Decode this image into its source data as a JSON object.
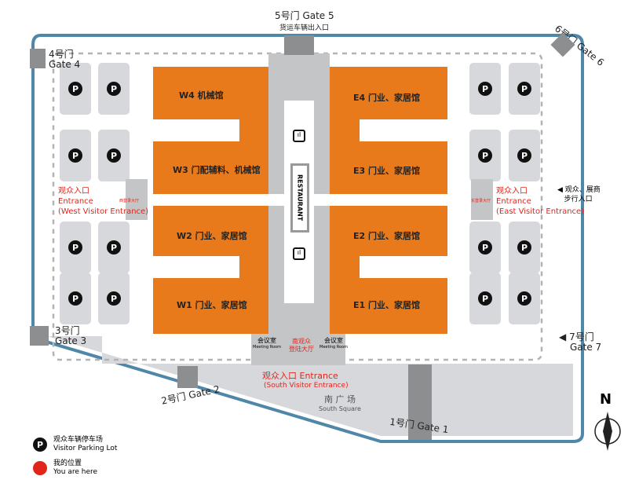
{
  "gates": {
    "gate5": "5号门 Gate 5",
    "gate5_sub": "货运车辆出入口",
    "gate6": "6号门 Gate 6",
    "gate4_cn": "4号门",
    "gate4_en": "Gate 4",
    "gate3_cn": "3号门",
    "gate3_en": "Gate 3",
    "gate7_cn": "7号门",
    "gate7_en": "Gate 7",
    "gate2": "2号门 Gate 2",
    "gate1": "1号门 Gate 1"
  },
  "halls": {
    "w4": "W4  机械馆",
    "w3": "W3   门配辅料、机械馆",
    "w2": "W2  门业、家居馆",
    "w1": "W1  门业、家居馆",
    "e4": "E4  门业、家居馆",
    "e3": "E3  门业、家居馆",
    "e2": "E2  门业、家居馆",
    "e1": "E1  门业、家居馆"
  },
  "restaurant": "RESTAURANT",
  "west_entrance": {
    "cn": "观众入口",
    "en": "Entrance",
    "sub": "(West Visitor Entrance)",
    "hall": "西登录大厅"
  },
  "east_entrance": {
    "cn": "观众入口",
    "en": "Entrance",
    "sub": "(East Visitor Entrance)",
    "hall": "东登录大厅"
  },
  "east_walk": {
    "line1": "观众、展商",
    "line2": "步行入口"
  },
  "south": {
    "meeting_cn": "会议室",
    "meeting_en": "Meeting Room",
    "hall1": "南观众",
    "hall2": "登陆大厅",
    "entrance": "观众入口 Entrance",
    "sub": "(South Visitor Entrance)"
  },
  "square": {
    "cn": "南 广 场",
    "en": "South Square"
  },
  "parking_symbol": "P",
  "north": "N",
  "legend": {
    "parking_cn": "观众车辆停车场",
    "parking_en": "Visitor Parking Lot",
    "here_cn": "我的位置",
    "here_en": "You are here"
  },
  "colors": {
    "hall": "#e87a1b",
    "border": "#4f87a8",
    "red": "#e0251b"
  }
}
